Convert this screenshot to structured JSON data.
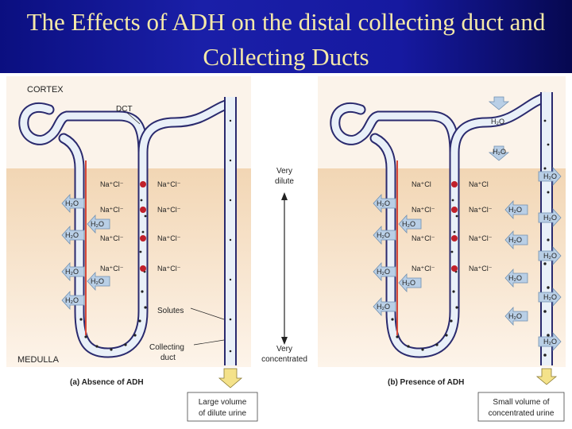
{
  "title": "The Effects of ADH on the distal collecting duct and Collecting Ducts",
  "labels": {
    "cortex": "CORTEX",
    "medulla": "MEDULLA",
    "dct": "DCT",
    "very": "Very",
    "dilute": "dilute",
    "concentrated": "concentrated",
    "solutes": "Solutes",
    "collecting": "Collecting",
    "duct": "duct",
    "h2o": "H₂O",
    "nacl_a": "Na⁺Cl⁻",
    "nacl_top": "Na⁺Cl",
    "panel_a": "(a) Absence of ADH",
    "panel_b": "(b) Presence of ADH",
    "urine_a_line1": "Large volume",
    "urine_a_line2": "of dilute urine",
    "urine_b_line1": "Small volume of",
    "urine_b_line2": "concentrated urine"
  },
  "colors": {
    "title_text": "#f5e9a8",
    "cortex_bg": "#fbf3ea",
    "medulla_top": "#f2d6b4",
    "medulla_bottom": "#fdf4ea",
    "tubule_wall": "#2a2a6e",
    "tubule_fill": "#e9f0f8",
    "ion_channel": "#c0202a",
    "water_arrow": "#b9cfe6",
    "urine_arrow": "#f4e28a"
  }
}
